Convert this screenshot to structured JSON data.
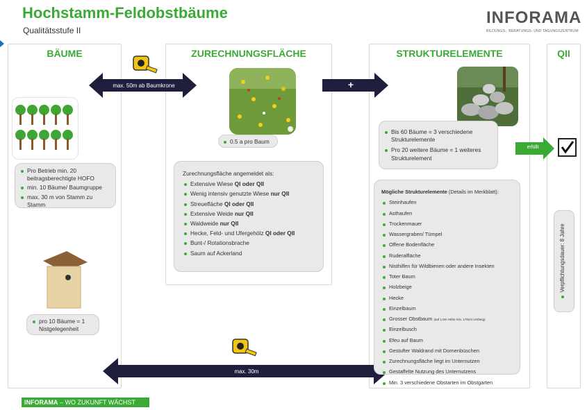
{
  "header": {
    "title": "Hochstamm-Feldobstbäume",
    "subtitle": "Qualitätsstufe II"
  },
  "logo": {
    "word_main": "INFORAMA",
    "tagline": "BILDUNGS-, BERATUNGS- UND TAGUNGSZENTRUM"
  },
  "columns": {
    "baeume": "BÄUME",
    "zurechnung": "ZURECHNUNGSFLÄCHE",
    "struktur": "STRUKTURELEMENTE",
    "qii": "QII"
  },
  "arrows": {
    "top_left": "max. 50m ab Baumkrone",
    "plus": "+",
    "bottom": "max. 30m",
    "erfuellt": "erfüllt"
  },
  "baeume": {
    "rules": [
      "Pro Betrieb min. 20 beitragsberechtigte HOFO",
      "min. 10 Bäume/ Baumgruppe",
      "max. 30 m von Stamm zu Stamm"
    ],
    "nest": "pro 10 Bäume = 1 Nistgelegenheit"
  },
  "zurechnung": {
    "per_tree": "0.5 a pro Baum",
    "intro": "Zurechnungsfläche angemeldet als:",
    "items": [
      {
        "text": "Extensive Wiese ",
        "bold": "QI oder QII"
      },
      {
        "text": "Wenig intensiv genutzte Wiese ",
        "bold": "nur QII"
      },
      {
        "text": "Streuefläche ",
        "bold": "QI oder QII"
      },
      {
        "text": "Extensive Weide ",
        "bold": "nur QII"
      },
      {
        "text": "Waldweide ",
        "bold": "nur QII"
      },
      {
        "text": "Hecke, Feld- und Ufergehölz ",
        "bold": "QI oder QII"
      },
      {
        "text": "Bunt-/ Rotationsbrache",
        "bold": ""
      },
      {
        "text": "Saum auf Ackerland",
        "bold": ""
      }
    ]
  },
  "struktur": {
    "rules": [
      "Bis 60 Bäume = 3 verschiedene Strukturelemente",
      "Pro 20 weitere Bäume = 1 weiteres Strukturelement"
    ],
    "possible_title_bold": "Mögliche Strukturelemente",
    "possible_title_rest": " (Details im Merkblatt):",
    "possible": [
      "Steinhaufen",
      "Asthaufen",
      "Trockenmauer",
      "Wassergraben/ Tümpel",
      "Offene Bodenfläche",
      "Ruderalfläche",
      "Nisthilfen für Wildbienen oder andere Insekten",
      "Toter Baum",
      "Holzbeige",
      "Hecke",
      "Einzelbaum",
      "Grosser Obstbaum",
      "Einzelbusch",
      "Efeu auf Baum",
      "Gestufter Waldrand mit Dornenbüschen",
      "Zurechnungsfläche liegt im Unternutzen",
      "Gestaffelte Nutzung des Unternutzens",
      "Min. 3 verschiedene Obstarten im Obstgarten"
    ],
    "obstbaum_note": "(auf 1.5m Höhe min. 170cm Umfang)"
  },
  "qii": {
    "duration": "Verpflichtungsdauer: 8 Jahre"
  },
  "footer": {
    "brand": "INFORAMA",
    "slogan": " – WO ZUKUNFT WÄCHST"
  },
  "colors": {
    "green": "#3aaa35",
    "navy": "#1d1f3d",
    "box_grey": "#e9e9ea"
  }
}
